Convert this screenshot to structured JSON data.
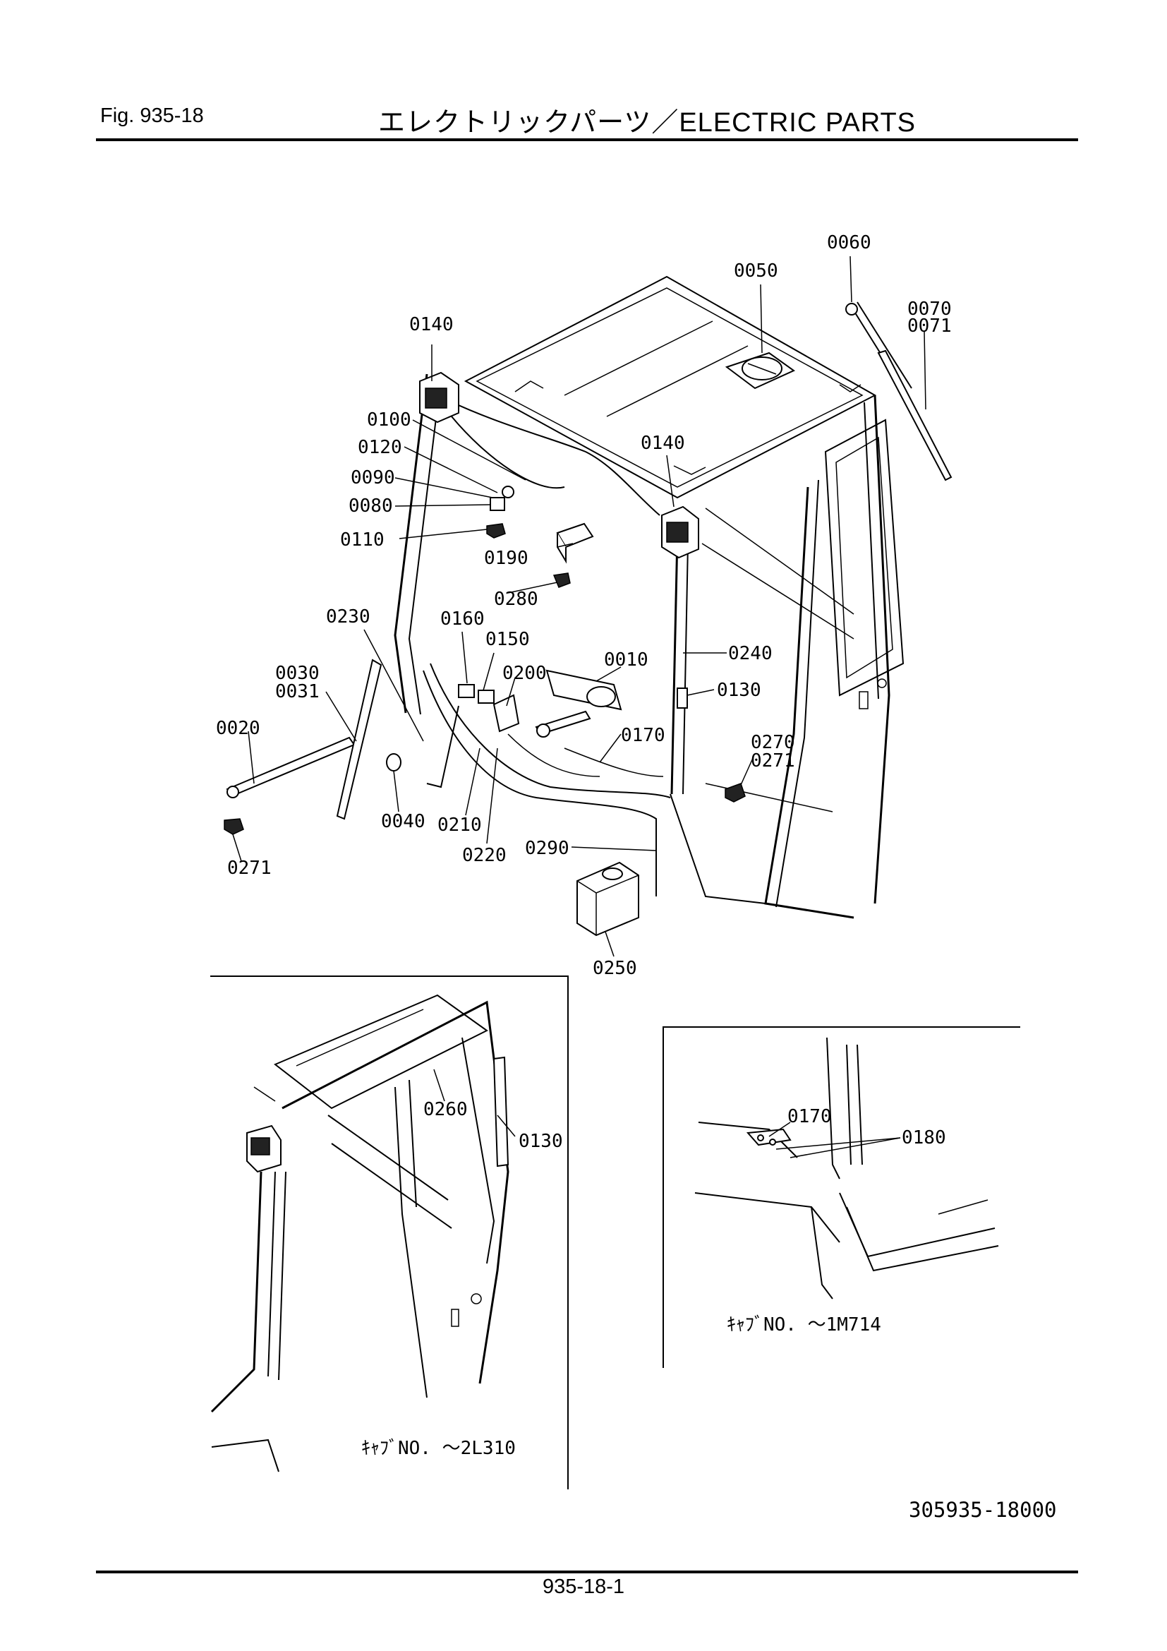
{
  "header": {
    "figure": "Fig.  935-18",
    "title": "エレクトリックパーツ／ELECTRIC  PARTS"
  },
  "callouts": {
    "c0010": "0010",
    "c0020": "0020",
    "c0030": "0030",
    "c0031": "0031",
    "c0040": "0040",
    "c0050": "0050",
    "c0060": "0060",
    "c0070": "0070",
    "c0071": "0071",
    "c0080": "0080",
    "c0090": "0090",
    "c0100": "0100",
    "c0110": "0110",
    "c0120": "0120",
    "c0130": "0130",
    "c0140": "0140",
    "c0150": "0150",
    "c0160": "0160",
    "c0170": "0170",
    "c0180": "0180",
    "c0190": "0190",
    "c0200": "0200",
    "c0210": "0210",
    "c0220": "0220",
    "c0230": "0230",
    "c0240": "0240",
    "c0250": "0250",
    "c0260": "0260",
    "c0270": "0270",
    "c0271": "0271",
    "c0280": "0280",
    "c0290": "0290"
  },
  "insets": {
    "left_note": "ｷｬﾌﾞNO. ～2L310",
    "right_note": "ｷｬﾌﾞNO. ～1M714"
  },
  "document_number": "305935-18000",
  "footer": {
    "page": "935-18-1"
  }
}
